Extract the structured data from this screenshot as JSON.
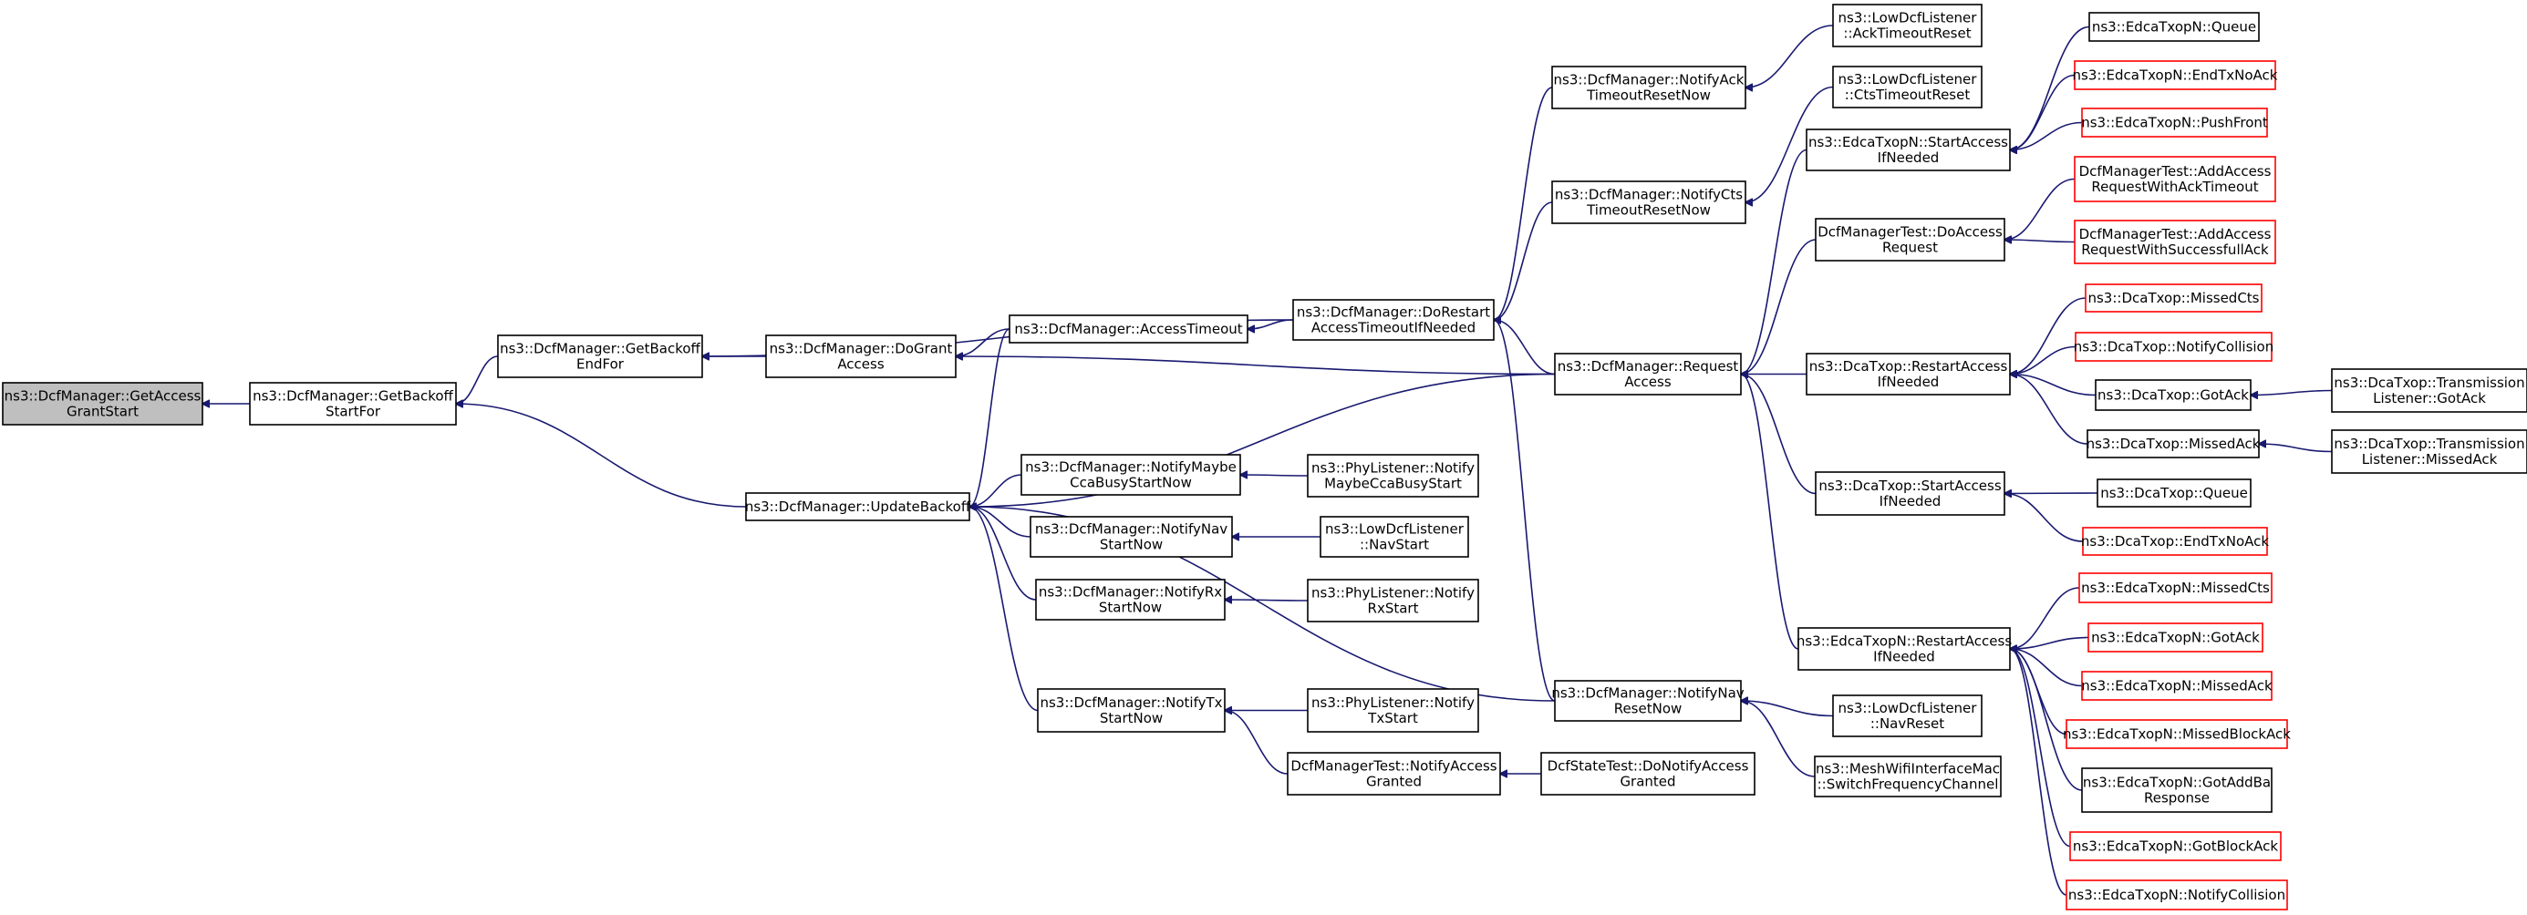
{
  "colors": {
    "edge": "#191970",
    "red_border": "#ff0000",
    "black_border": "#000000",
    "focus_fill": "#bfbfbf"
  },
  "nodes": [
    {
      "id": "n0",
      "lines": [
        "ns3::DcfManager::GetAccess",
        "GrantStart"
      ],
      "style": "focus"
    },
    {
      "id": "n1",
      "lines": [
        "ns3::DcfManager::GetBackoff",
        "StartFor"
      ],
      "style": "black"
    },
    {
      "id": "n2",
      "lines": [
        "ns3::DcfManager::GetBackoff",
        "EndFor"
      ],
      "style": "black"
    },
    {
      "id": "n3",
      "lines": [
        "ns3::DcfManager::UpdateBackoff"
      ],
      "style": "black"
    },
    {
      "id": "n4",
      "lines": [
        "ns3::DcfManager::DoGrant",
        "Access"
      ],
      "style": "black"
    },
    {
      "id": "n5",
      "lines": [
        "ns3::DcfManager::AccessTimeout"
      ],
      "style": "black"
    },
    {
      "id": "n6",
      "lines": [
        "ns3::DcfManager::DoRestart",
        "AccessTimeoutIfNeeded"
      ],
      "style": "black"
    },
    {
      "id": "n7",
      "lines": [
        "ns3::DcfManager::NotifyMaybe",
        "CcaBusyStartNow"
      ],
      "style": "black"
    },
    {
      "id": "n8",
      "lines": [
        "ns3::DcfManager::NotifyNav",
        "StartNow"
      ],
      "style": "black"
    },
    {
      "id": "n9",
      "lines": [
        "ns3::DcfManager::NotifyRx",
        "StartNow"
      ],
      "style": "black"
    },
    {
      "id": "n10",
      "lines": [
        "ns3::DcfManager::NotifyTx",
        "StartNow"
      ],
      "style": "black"
    },
    {
      "id": "n11",
      "lines": [
        "ns3::PhyListener::Notify",
        "MaybeCcaBusyStart"
      ],
      "style": "black"
    },
    {
      "id": "n12",
      "lines": [
        "ns3::LowDcfListener",
        "::NavStart"
      ],
      "style": "black"
    },
    {
      "id": "n13",
      "lines": [
        "ns3::PhyListener::Notify",
        "RxStart"
      ],
      "style": "black"
    },
    {
      "id": "n14",
      "lines": [
        "ns3::PhyListener::Notify",
        "TxStart"
      ],
      "style": "black"
    },
    {
      "id": "n15",
      "lines": [
        "DcfManagerTest::NotifyAccess",
        "Granted"
      ],
      "style": "black"
    },
    {
      "id": "n16",
      "lines": [
        "DcfStateTest::DoNotifyAccess",
        "Granted"
      ],
      "style": "black"
    },
    {
      "id": "n17",
      "lines": [
        "ns3::DcfManager::NotifyAck",
        "TimeoutResetNow"
      ],
      "style": "black"
    },
    {
      "id": "n18",
      "lines": [
        "ns3::DcfManager::NotifyCts",
        "TimeoutResetNow"
      ],
      "style": "black"
    },
    {
      "id": "n19",
      "lines": [
        "ns3::DcfManager::Request",
        "Access"
      ],
      "style": "black"
    },
    {
      "id": "n20",
      "lines": [
        "ns3::DcfManager::NotifyNav",
        "ResetNow"
      ],
      "style": "black"
    },
    {
      "id": "n21",
      "lines": [
        "ns3::LowDcfListener",
        "::AckTimeoutReset"
      ],
      "style": "black"
    },
    {
      "id": "n22",
      "lines": [
        "ns3::LowDcfListener",
        "::CtsTimeoutReset"
      ],
      "style": "black"
    },
    {
      "id": "n23",
      "lines": [
        "ns3::LowDcfListener",
        "::NavReset"
      ],
      "style": "black"
    },
    {
      "id": "n24",
      "lines": [
        "ns3::MeshWifiInterfaceMac",
        "::SwitchFrequencyChannel"
      ],
      "style": "black"
    },
    {
      "id": "n25",
      "lines": [
        "ns3::EdcaTxopN::StartAccess",
        "IfNeeded"
      ],
      "style": "black"
    },
    {
      "id": "n26",
      "lines": [
        "DcfManagerTest::DoAccess",
        "Request"
      ],
      "style": "black"
    },
    {
      "id": "n27",
      "lines": [
        "ns3::DcaTxop::RestartAccess",
        "IfNeeded"
      ],
      "style": "black"
    },
    {
      "id": "n28",
      "lines": [
        "ns3::DcaTxop::StartAccess",
        "IfNeeded"
      ],
      "style": "black"
    },
    {
      "id": "n29",
      "lines": [
        "ns3::EdcaTxopN::RestartAccess",
        "IfNeeded"
      ],
      "style": "black"
    },
    {
      "id": "n30",
      "lines": [
        "ns3::EdcaTxopN::Queue"
      ],
      "style": "black"
    },
    {
      "id": "n31",
      "lines": [
        "ns3::EdcaTxopN::EndTxNoAck"
      ],
      "style": "red"
    },
    {
      "id": "n32",
      "lines": [
        "ns3::EdcaTxopN::PushFront"
      ],
      "style": "red"
    },
    {
      "id": "n33",
      "lines": [
        "DcfManagerTest::AddAccess",
        "RequestWithAckTimeout"
      ],
      "style": "red"
    },
    {
      "id": "n34",
      "lines": [
        "DcfManagerTest::AddAccess",
        "RequestWithSuccessfullAck"
      ],
      "style": "red"
    },
    {
      "id": "n35",
      "lines": [
        "ns3::DcaTxop::MissedCts"
      ],
      "style": "red"
    },
    {
      "id": "n36",
      "lines": [
        "ns3::DcaTxop::NotifyCollision"
      ],
      "style": "red"
    },
    {
      "id": "n37",
      "lines": [
        "ns3::DcaTxop::GotAck"
      ],
      "style": "black"
    },
    {
      "id": "n38",
      "lines": [
        "ns3::DcaTxop::MissedAck"
      ],
      "style": "black"
    },
    {
      "id": "n39",
      "lines": [
        "ns3::DcaTxop::Transmission",
        "Listener::GotAck"
      ],
      "style": "black"
    },
    {
      "id": "n40",
      "lines": [
        "ns3::DcaTxop::Transmission",
        "Listener::MissedAck"
      ],
      "style": "black"
    },
    {
      "id": "n41",
      "lines": [
        "ns3::DcaTxop::Queue"
      ],
      "style": "black"
    },
    {
      "id": "n42",
      "lines": [
        "ns3::DcaTxop::EndTxNoAck"
      ],
      "style": "red"
    },
    {
      "id": "n43",
      "lines": [
        "ns3::EdcaTxopN::MissedCts"
      ],
      "style": "red"
    },
    {
      "id": "n44",
      "lines": [
        "ns3::EdcaTxopN::GotAck"
      ],
      "style": "red"
    },
    {
      "id": "n45",
      "lines": [
        "ns3::EdcaTxopN::MissedAck"
      ],
      "style": "red"
    },
    {
      "id": "n46",
      "lines": [
        "ns3::EdcaTxopN::MissedBlockAck"
      ],
      "style": "red"
    },
    {
      "id": "n47",
      "lines": [
        "ns3::EdcaTxopN::GotAddBa",
        "Response"
      ],
      "style": "black"
    },
    {
      "id": "n48",
      "lines": [
        "ns3::EdcaTxopN::GotBlockAck"
      ],
      "style": "red"
    },
    {
      "id": "n49",
      "lines": [
        "ns3::EdcaTxopN::NotifyCollision"
      ],
      "style": "red"
    }
  ],
  "edges": [
    [
      "n1",
      "n0"
    ],
    [
      "n2",
      "n1"
    ],
    [
      "n3",
      "n1"
    ],
    [
      "n4",
      "n2"
    ],
    [
      "n6",
      "n2"
    ],
    [
      "n5",
      "n4"
    ],
    [
      "n19",
      "n4"
    ],
    [
      "n6",
      "n5"
    ],
    [
      "n5",
      "n3"
    ],
    [
      "n19",
      "n3"
    ],
    [
      "n7",
      "n3"
    ],
    [
      "n8",
      "n3"
    ],
    [
      "n9",
      "n3"
    ],
    [
      "n10",
      "n3"
    ],
    [
      "n20",
      "n3"
    ],
    [
      "n11",
      "n7"
    ],
    [
      "n12",
      "n8"
    ],
    [
      "n13",
      "n9"
    ],
    [
      "n14",
      "n10"
    ],
    [
      "n15",
      "n10"
    ],
    [
      "n16",
      "n15"
    ],
    [
      "n17",
      "n6"
    ],
    [
      "n18",
      "n6"
    ],
    [
      "n19",
      "n6"
    ],
    [
      "n20",
      "n6"
    ],
    [
      "n21",
      "n17"
    ],
    [
      "n22",
      "n18"
    ],
    [
      "n23",
      "n20"
    ],
    [
      "n24",
      "n20"
    ],
    [
      "n25",
      "n19"
    ],
    [
      "n26",
      "n19"
    ],
    [
      "n27",
      "n19"
    ],
    [
      "n28",
      "n19"
    ],
    [
      "n29",
      "n19"
    ],
    [
      "n30",
      "n25"
    ],
    [
      "n31",
      "n25"
    ],
    [
      "n32",
      "n25"
    ],
    [
      "n33",
      "n26"
    ],
    [
      "n34",
      "n26"
    ],
    [
      "n35",
      "n27"
    ],
    [
      "n36",
      "n27"
    ],
    [
      "n37",
      "n27"
    ],
    [
      "n38",
      "n27"
    ],
    [
      "n39",
      "n37"
    ],
    [
      "n40",
      "n38"
    ],
    [
      "n41",
      "n28"
    ],
    [
      "n42",
      "n28"
    ],
    [
      "n43",
      "n29"
    ],
    [
      "n44",
      "n29"
    ],
    [
      "n45",
      "n29"
    ],
    [
      "n46",
      "n29"
    ],
    [
      "n47",
      "n29"
    ],
    [
      "n48",
      "n29"
    ],
    [
      "n49",
      "n29"
    ]
  ]
}
